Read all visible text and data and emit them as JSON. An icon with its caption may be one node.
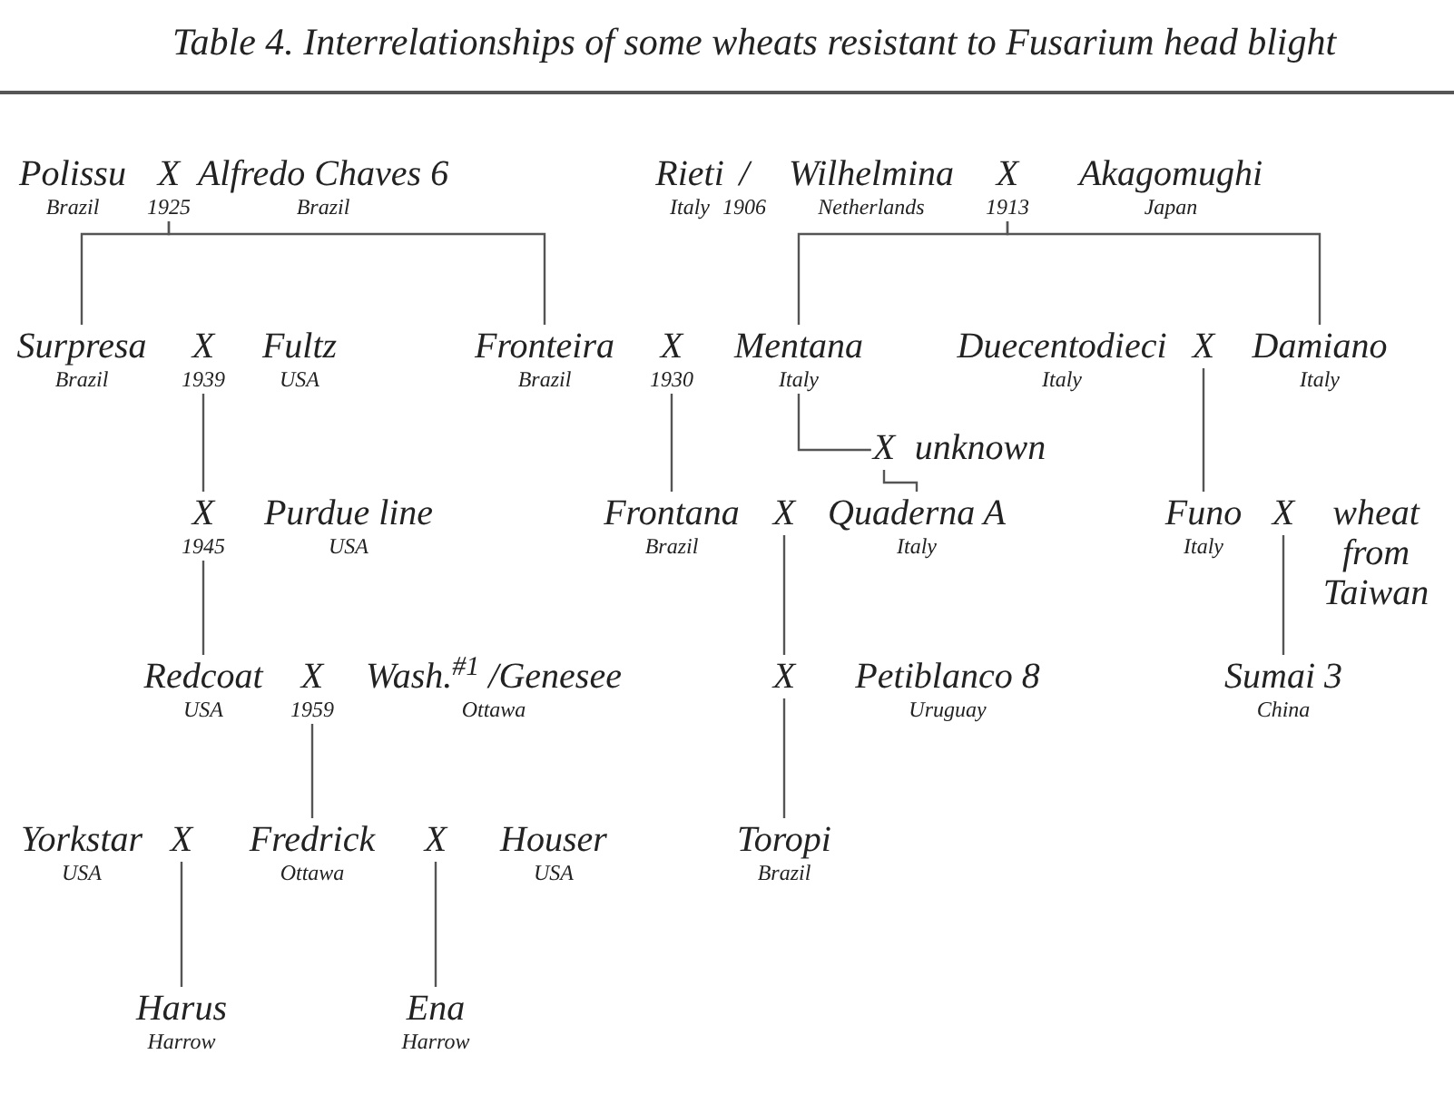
{
  "diagram": {
    "title": "Table 4. Interrelationships of some wheats resistant to Fusarium head blight",
    "nodes": [
      {
        "text": [
          "Polissu",
          "Brazil"
        ]
      },
      {
        "text": [
          "X",
          "1925"
        ]
      },
      {
        "text": [
          "Alfredo Chaves 6",
          "Brazil"
        ]
      },
      {
        "text": [
          "Rieti",
          "Italy"
        ]
      },
      {
        "text": [
          "/",
          "1906"
        ]
      },
      {
        "text": [
          "Wilhelmina",
          "Netherlands"
        ]
      },
      {
        "text": [
          "X",
          "1913"
        ]
      },
      {
        "text": [
          "Akagomughi",
          "Japan"
        ]
      },
      {
        "text": [
          "Surpresa",
          "Brazil"
        ]
      },
      {
        "text": [
          "X",
          "1939"
        ]
      },
      {
        "text": [
          "Fultz",
          "USA"
        ]
      },
      {
        "text": [
          "Fronteira",
          "Brazil"
        ]
      },
      {
        "text": [
          "X",
          "1930"
        ]
      },
      {
        "text": [
          "Mentana",
          "Italy"
        ]
      },
      {
        "text": [
          "Duecentodieci",
          "Italy"
        ]
      },
      {
        "text": [
          "X"
        ]
      },
      {
        "text": [
          "Damiano",
          "Italy"
        ]
      },
      {
        "text": [
          "X"
        ]
      },
      {
        "text": [
          "unknown"
        ]
      },
      {
        "text": [
          "X",
          "1945"
        ]
      },
      {
        "text": [
          "Purdue line",
          "USA"
        ]
      },
      {
        "text": [
          "Frontana",
          "Brazil"
        ]
      },
      {
        "text": [
          "X"
        ]
      },
      {
        "text": [
          "Quaderna A",
          "Italy"
        ]
      },
      {
        "text": [
          "Funo",
          "Italy"
        ]
      },
      {
        "text": [
          "X"
        ]
      },
      {
        "text": [
          "wheat from Taiwan"
        ]
      },
      {
        "text": [
          "Redcoat",
          "USA"
        ]
      },
      {
        "text": [
          "X",
          "1959"
        ]
      },
      {
        "text": [
          "Wash.$^{#1}$ /Genesee",
          "Ottawa"
        ]
      },
      {
        "text": [
          "X"
        ]
      },
      {
        "text": [
          "Petiblanco 8",
          "Uruguay"
        ]
      },
      {
        "text": [
          "Sumai 3",
          "China"
        ]
      },
      {
        "text": [
          "Yorkstar",
          "USA"
        ]
      },
      {
        "text": [
          "X"
        ]
      },
      {
        "text": [
          "Fredrick",
          "Ottawa"
        ]
      },
      {
        "text": [
          "X"
        ]
      },
      {
        "text": [
          "Houser",
          "USA"
        ]
      },
      {
        "text": [
          "Toropi",
          "Brazil"
        ]
      },
      {
        "text": [
          "Harus",
          "Harrow"
        ]
      },
      {
        "text": [
          "Ena",
          "Harrow"
        ]
      }
    ],
    "edges": [
      {
        "from": 1,
        "to": 8,
        "arrow": "none"
      },
      {
        "from": 1,
        "to": 11,
        "arrow": "none"
      },
      {
        "from": 6,
        "to": 13,
        "arrow": "none"
      },
      {
        "from": 6,
        "to": 16,
        "arrow": "none"
      },
      {
        "from": 9,
        "to": 19,
        "arrow": "none"
      },
      {
        "from": 12,
        "to": 21,
        "arrow": "none"
      },
      {
        "from": 13,
        "to": 17,
        "arrow": "none"
      },
      {
        "from": 17,
        "to": 23,
        "arrow": "none"
      },
      {
        "from": 15,
        "to": 24,
        "arrow": "none"
      },
      {
        "from": 19,
        "to": 27,
        "arrow": "none"
      },
      {
        "from": 22,
        "to": 30,
        "arrow": "none"
      },
      {
        "from": 25,
        "to": 32,
        "arrow": "none"
      },
      {
        "from": 28,
        "to": 35,
        "arrow": "none"
      },
      {
        "from": 30,
        "to": 38,
        "arrow": "none"
      },
      {
        "from": 34,
        "to": 39,
        "arrow": "none"
      },
      {
        "from": 36,
        "to": 40,
        "arrow": "none"
      }
    ]
  }
}
